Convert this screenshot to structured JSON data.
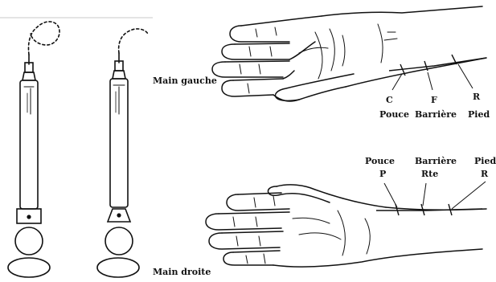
{
  "left_hand": {
    "label": "Main gauche",
    "points": [
      {
        "letter": "C",
        "name": "Pouce"
      },
      {
        "letter": "F",
        "name": "Barrière"
      },
      {
        "letter": "R",
        "name": "Pied"
      }
    ]
  },
  "right_hand": {
    "label": "Main droite",
    "points": [
      {
        "letter": "P",
        "name": "Pouce"
      },
      {
        "letter": "Rte",
        "name": "Barrière"
      },
      {
        "letter": "R",
        "name": "Pied"
      }
    ]
  }
}
